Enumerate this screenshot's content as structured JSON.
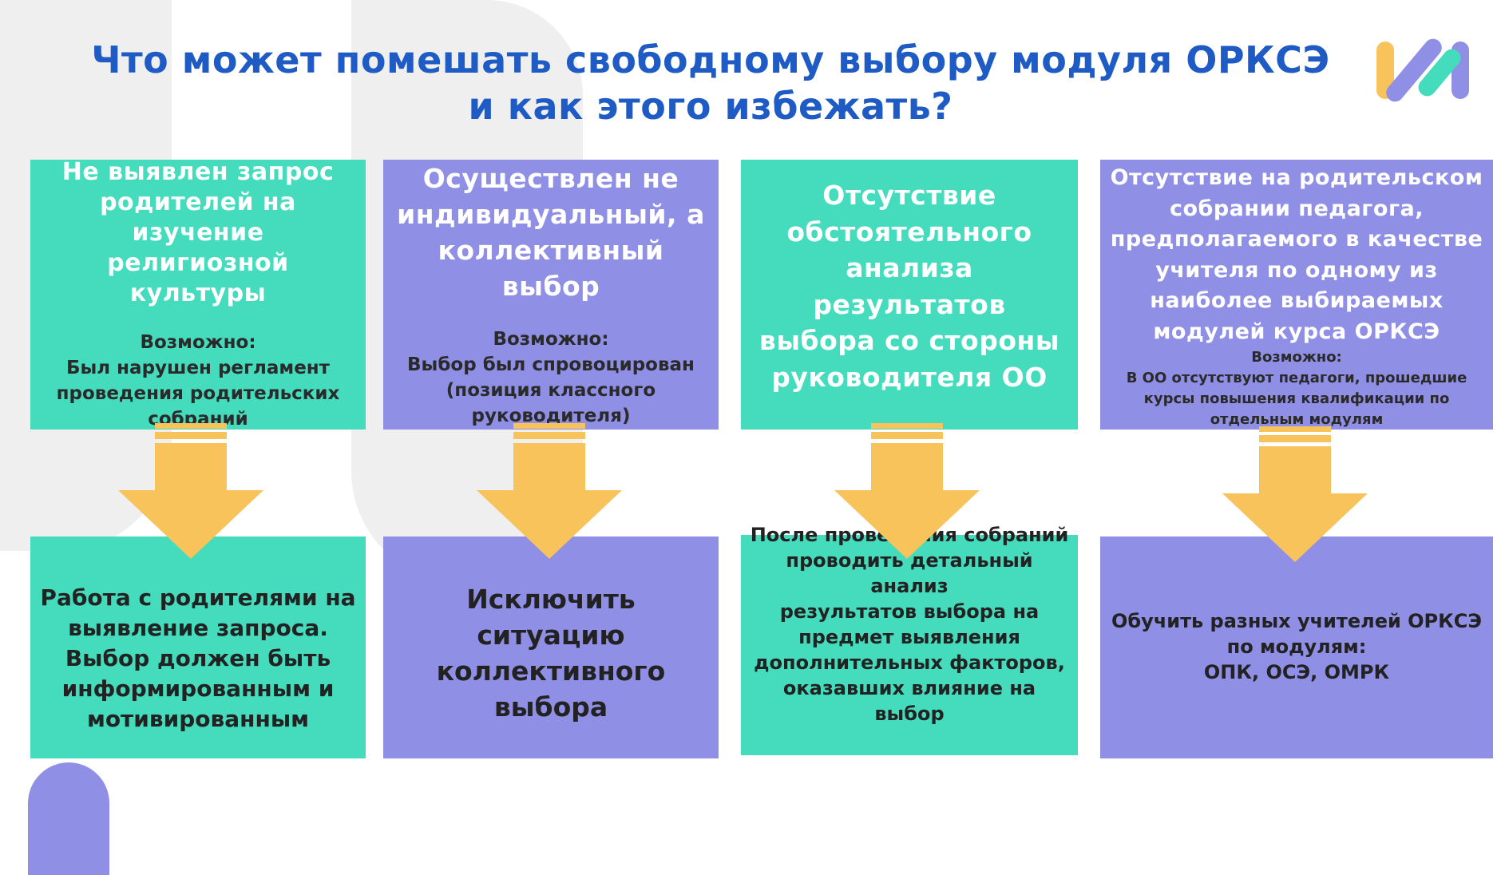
{
  "title": {
    "line1": "Что может помешать свободному выбору модуля ОРКСЭ",
    "line2": "и как этого избежать?"
  },
  "colors": {
    "title": "#1f5bc4",
    "teal": "#44dcbd",
    "violet": "#8f8fe6",
    "arrow": "#f8c35a",
    "logo_yellow": "#f8c35a",
    "logo_violet": "#8f8fe6",
    "logo_teal": "#44dcbd"
  },
  "problems": [
    {
      "heading": [
        "Не выявлен запрос",
        "родителей на изучение",
        "религиозной культуры"
      ],
      "note_label": "Возможно:",
      "note": [
        "Был нарушен регламент",
        "проведения родительских",
        "собраний"
      ]
    },
    {
      "heading": [
        "Осуществлен не",
        "индивидуальный, а",
        "коллективный выбор"
      ],
      "note_label": "Возможно:",
      "note": [
        "Выбор был спровоцирован",
        "(позиция классного",
        "руководителя)"
      ]
    },
    {
      "heading": [
        "Отсутствие",
        "обстоятельного",
        "анализа результатов",
        "выбора со стороны",
        "руководителя ОО"
      ],
      "note_label": "",
      "note": []
    },
    {
      "heading": [
        "Отсутствие на родительском",
        "собрании педагога,",
        "предполагаемого в качестве",
        "учителя по одному из",
        "наиболее выбираемых",
        "модулей курса ОРКСЭ"
      ],
      "note_label": "Возможно:",
      "note": [
        "В ОО отсутствуют педагоги, прошедшие",
        "курсы повышения квалификации  по",
        "отдельным модулям"
      ]
    }
  ],
  "solutions": [
    [
      "Работа с родителями на",
      "выявление запроса.",
      "Выбор должен быть",
      "информированным и",
      "мотивированным"
    ],
    [
      "Исключить ситуацию",
      "коллективного",
      "выбора"
    ],
    [
      "После проведения собраний",
      "проводить детальный анализ",
      "результатов выбора на",
      "предмет выявления",
      "дополнительных факторов,",
      "оказавших влияние на выбор"
    ],
    [
      "Обучить разных учителей ОРКСЭ",
      "по модулям:",
      "ОПК, ОСЭ, ОМРК"
    ]
  ]
}
